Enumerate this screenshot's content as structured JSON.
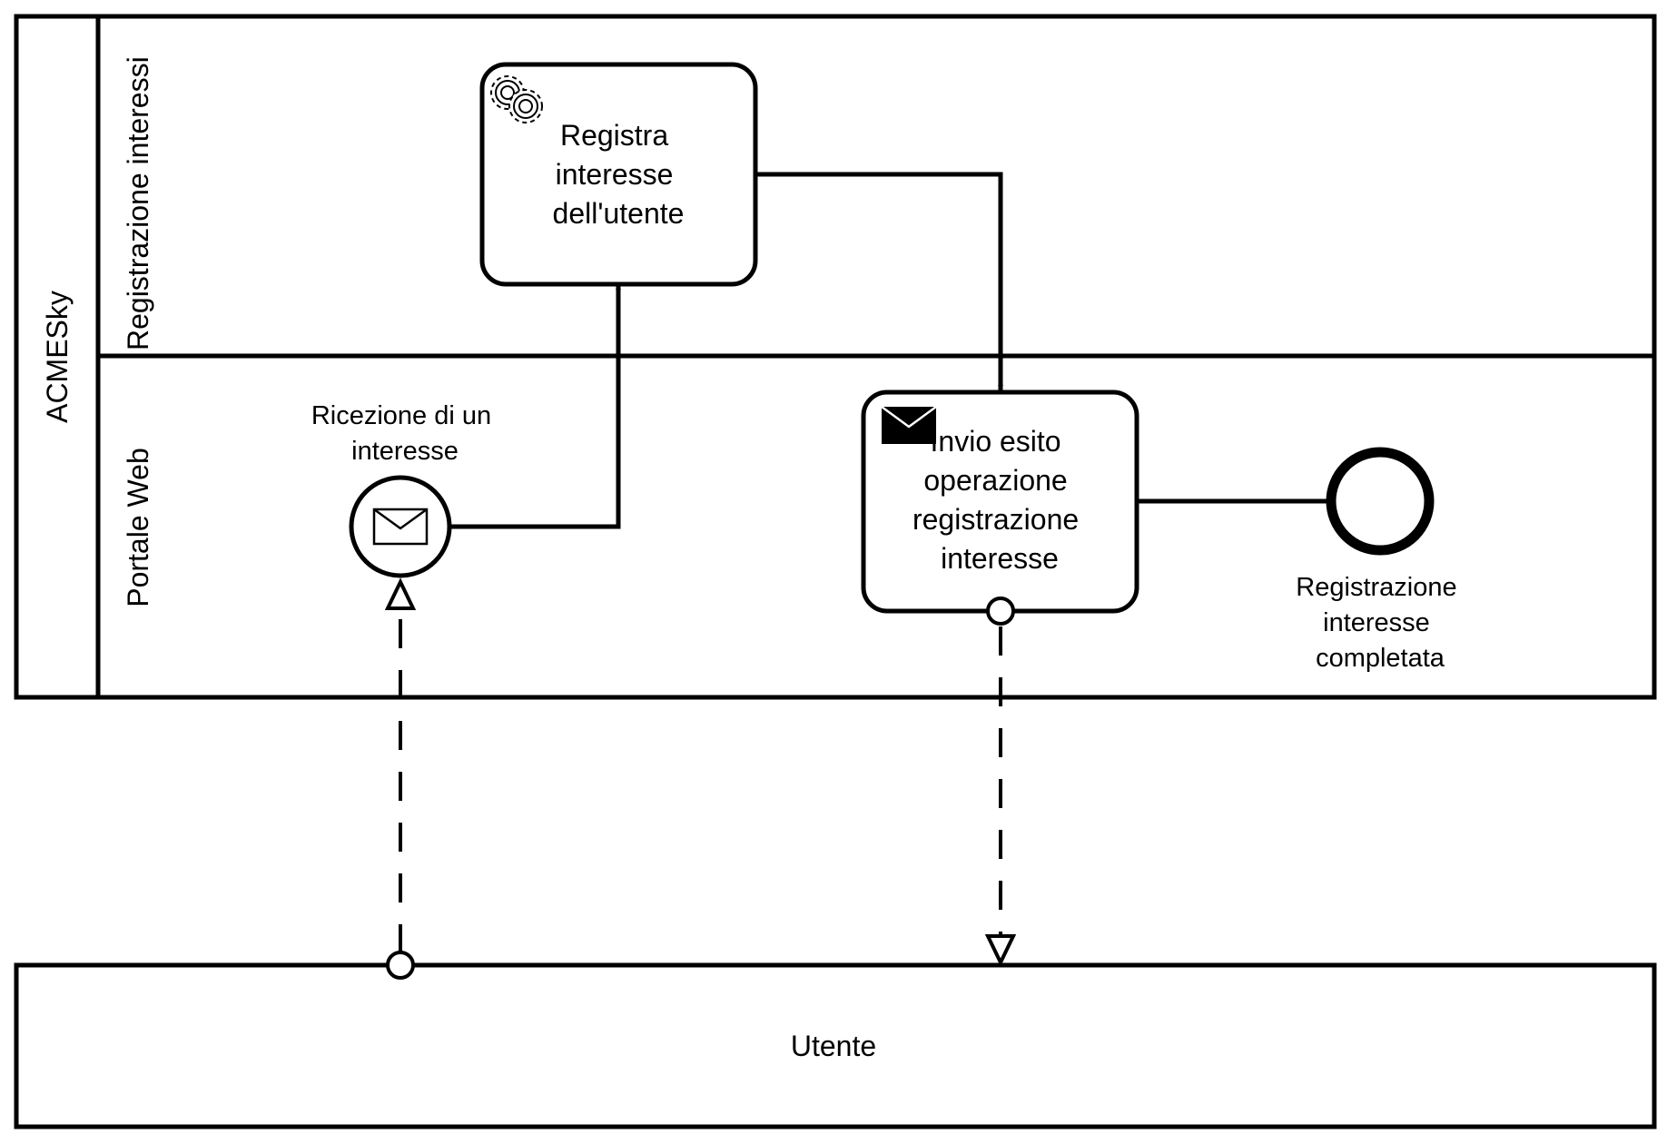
{
  "pools": [
    {
      "id": "acmesky",
      "label": "ACMESky"
    },
    {
      "id": "utente",
      "label": "Utente"
    }
  ],
  "lanes": [
    {
      "id": "registrazione",
      "label": "Registrazione interessi"
    },
    {
      "id": "portale",
      "label": "Portale Web"
    }
  ],
  "tasks": [
    {
      "id": "registra",
      "type": "service-task",
      "icon": "gear-icon",
      "lines": [
        "Registra",
        "interesse",
        "dell'utente"
      ]
    },
    {
      "id": "invio",
      "type": "send-task",
      "icon": "envelope-filled-icon",
      "lines": [
        "Invio esito",
        "operazione",
        "registrazione",
        "interesse"
      ]
    }
  ],
  "events": [
    {
      "id": "start",
      "type": "message-start-event",
      "icon": "envelope-icon",
      "label_lines": [
        "Ricezione di un",
        "interesse"
      ]
    },
    {
      "id": "end",
      "type": "end-event",
      "label_lines": [
        "Registrazione",
        "interesse",
        "completata"
      ]
    }
  ],
  "flows": [
    {
      "from": "start",
      "to": "registra",
      "kind": "sequence"
    },
    {
      "from": "registra",
      "to": "invio",
      "kind": "sequence"
    },
    {
      "from": "invio",
      "to": "end",
      "kind": "sequence"
    },
    {
      "from": "utente",
      "to": "start",
      "kind": "message"
    },
    {
      "from": "invio",
      "to": "utente",
      "kind": "message"
    }
  ],
  "colors": {
    "stroke": "#000000",
    "fill": "#ffffff"
  }
}
